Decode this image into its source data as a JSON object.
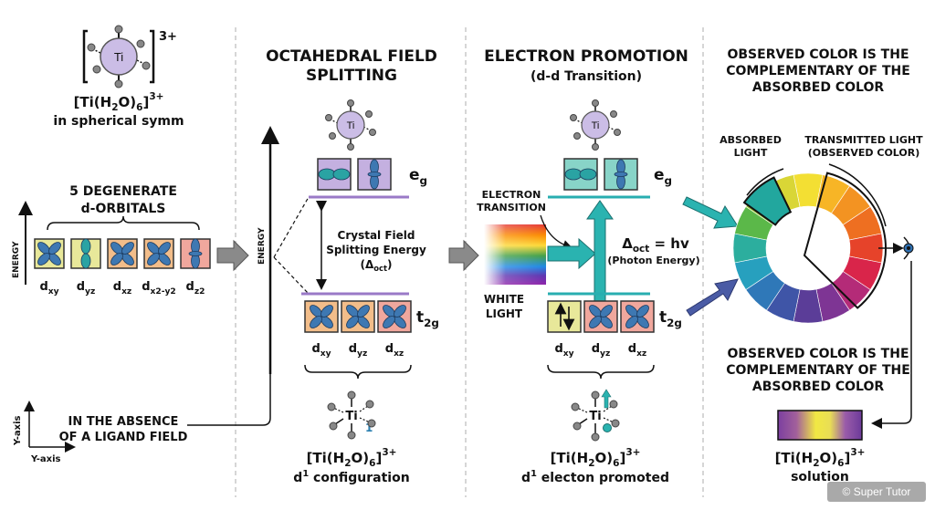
{
  "panel1": {
    "complex_charge": "3+",
    "metal": "Ti",
    "formula_main": "[Ti(H",
    "formula_sub2": "2",
    "formula_mid": "O)",
    "formula_sub6": "6",
    "formula_end": "]",
    "formula_sup": "3+",
    "caption": "in spherical symm",
    "degenerate_title_1": "5 DEGENERATE",
    "degenerate_title_2": "d-ORBITALS",
    "energy_label": "ENERGY",
    "orbitals": [
      {
        "base": "d",
        "sub": "xy"
      },
      {
        "base": "d",
        "sub": "yz"
      },
      {
        "base": "d",
        "sub": "xz"
      },
      {
        "base": "d",
        "sub": "x2-y2"
      },
      {
        "base": "d",
        "sub": "z2"
      }
    ],
    "absence_1": "IN THE ABSENCE",
    "absence_2": "OF A LIGAND FIELD",
    "y_axis_label": "Y-axis",
    "x_axis_label": "Y-axis"
  },
  "panel2": {
    "title_1": "OCTAHEDRAL FIELD",
    "title_2": "SPLITTING",
    "energy_label": "ENERGY",
    "eg_base": "e",
    "eg_sub": "g",
    "t2g_base": "t",
    "t2g_sub": "2g",
    "cfse_1": "Crystal Field",
    "cfse_2": "Splitting Energy",
    "cfse_delta": "(Δ",
    "cfse_delta_sub": "oct",
    "cfse_close": ")",
    "t2g_orbitals": [
      {
        "base": "d",
        "sub": "xy"
      },
      {
        "base": "d",
        "sub": "yz"
      },
      {
        "base": "d",
        "sub": "xz"
      }
    ],
    "metal": "Ti",
    "electron_mark": "1",
    "formula_sup": "3+",
    "config_base": "d",
    "config_sup": "1",
    "config_text": " configuration"
  },
  "panel3": {
    "title_1": "ELECTRON PROMOTION",
    "title_2": "(d-d Transition)",
    "electron_transition_1": "ELECTRON",
    "electron_transition_2": "TRANSITION",
    "white_light_1": "WHITE",
    "white_light_2": "LIGHT",
    "delta_text": "Δ",
    "delta_sub": "oct",
    "delta_eq": " = hv",
    "photon_energy": "(Photon Energy)",
    "eg_base": "e",
    "eg_sub": "g",
    "t2g_base": "t",
    "t2g_sub": "2g",
    "t2g_orbitals": [
      {
        "base": "d",
        "sub": "xy"
      },
      {
        "base": "d",
        "sub": "yz"
      },
      {
        "base": "d",
        "sub": "xz"
      }
    ],
    "metal": "Ti",
    "formula_sup": "3+",
    "config_base": "d",
    "config_sup": "1",
    "config_text": " electon promoted"
  },
  "panel4": {
    "title_1": "OBSERVED COLOR IS THE",
    "title_2": "COMPLEMENTARY OF THE",
    "title_3": "ABSORBED COLOR",
    "absorbed_1": "ABSORBED",
    "absorbed_2": "LIGHT",
    "transmitted_1": "TRANSMITTED LIGHT",
    "transmitted_2": "(OBSERVED COLOR)",
    "observed_1": "OBSERVED COLOR IS THE",
    "observed_2": "COMPLEMENTARY OF THE",
    "observed_3": "ABSORBED COLOR",
    "formula_sup": "3+",
    "solution": "solution",
    "watermark": "© Super Tutor"
  },
  "colors": {
    "orbital_yellow": "#e8e89a",
    "orbital_peach": "#f2bd8a",
    "orbital_pink": "#f0a79d",
    "orbital_purple": "#c4b0e0",
    "orbital_teal": "#88d4c8",
    "lobe_blue": "#3e78b2",
    "lobe_teal": "#2aa3a3",
    "level_purple": "#9a7ac7",
    "level_teal": "#28aeb0",
    "ti_fill": "#cbbde6"
  }
}
